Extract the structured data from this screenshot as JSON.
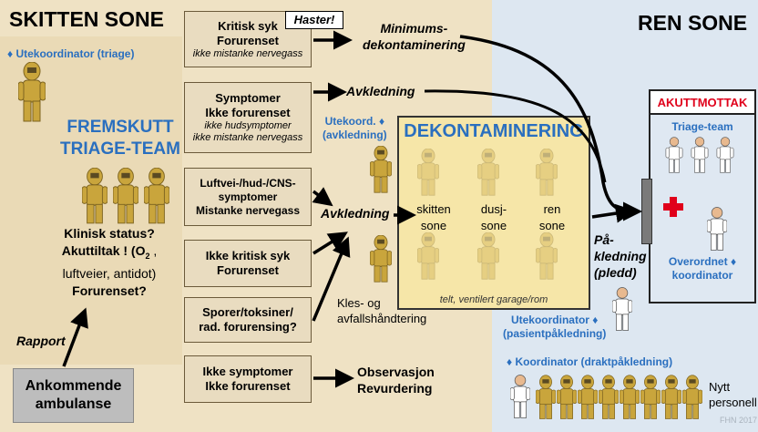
{
  "zones": {
    "dirty_title": "SKITTEN SONE",
    "clean_title": "REN SONE"
  },
  "triage": {
    "utekoordinator": "♦ Utekoordinator (triage)",
    "team_title_line1": "FREMSKUTT",
    "team_title_line2": "TRIAGE-TEAM",
    "status_line1": "Klinisk status?",
    "status_line2_a": "Akuttiltak ! (O",
    "status_line2_sub": "2",
    "status_line2_b": " ,",
    "status_line3": "luftveier, antidot)",
    "status_line4": "Forurenset?",
    "rapport": "Rapport",
    "ambulance_line1": "Ankommende",
    "ambulance_line2": "ambulanse"
  },
  "categories": [
    {
      "title1": "Kritisk syk",
      "title2": "Forurenset",
      "sub1": "ikke mistanke nervegass",
      "sub2": ""
    },
    {
      "title1": "Symptomer",
      "title2": "Ikke forurenset",
      "sub1": "ikke hudsymptomer",
      "sub2": "ikke mistanke nervegass"
    },
    {
      "title1": "Luftvei-/hud-/CNS-",
      "title2": "symptomer",
      "title3": "Mistanke nervegass"
    },
    {
      "title1": "Ikke kritisk syk",
      "title2": "Forurenset"
    },
    {
      "title1": "Sporer/toksiner/",
      "title2": "rad. forurensing?"
    },
    {
      "title1": "Ikke symptomer",
      "title2": "Ikke forurenset"
    }
  ],
  "haster": "Haster!",
  "flow": {
    "minimum_line1": "Minimums-",
    "minimum_line2": "dekontaminering",
    "avkledning_top": "Avkledning",
    "avkledning_mid": "Avkledning",
    "utekoord_avkl_line1": "Utekoord. ♦",
    "utekoord_avkl_line2": "(avkledning)",
    "kles_line1": "Kles- og",
    "kles_line2": "avfallshåndtering",
    "observasjon_line1": "Observasjon",
    "observasjon_line2": "Revurdering",
    "pakledning_line1": "På-",
    "pakledning_line2": "kledning",
    "pakledning_line3": "(pledd)"
  },
  "decon": {
    "title": "DEKONTAMINERING",
    "stations": [
      {
        "line1": "skitten",
        "line2": "sone"
      },
      {
        "line1": "dusj-",
        "line2": "sone"
      },
      {
        "line1": "ren",
        "line2": "sone"
      }
    ],
    "note": "telt, ventilert garage/rom"
  },
  "clean": {
    "utekoord_pasient_line1": "Utekoordinator ♦",
    "utekoord_pasient_line2": "(pasientpåkledning)",
    "koordinator_drakt": "♦ Koordinator (draktpåkledning)",
    "nytt_line1": "Nytt",
    "nytt_line2": "personell"
  },
  "er": {
    "title": "AKUTTMOTTAK",
    "triage_team": "Triage-team",
    "overordnet_line1": "Overordnet ♦",
    "overordnet_line2": "koordinator"
  },
  "credit": "FHN 2017",
  "colors": {
    "blue": "#2a6fbf",
    "red": "#e0001b",
    "hazmat": "#c9a53c",
    "dirty_zone": "#efe2c4",
    "clean_zone": "#dde7f1"
  }
}
